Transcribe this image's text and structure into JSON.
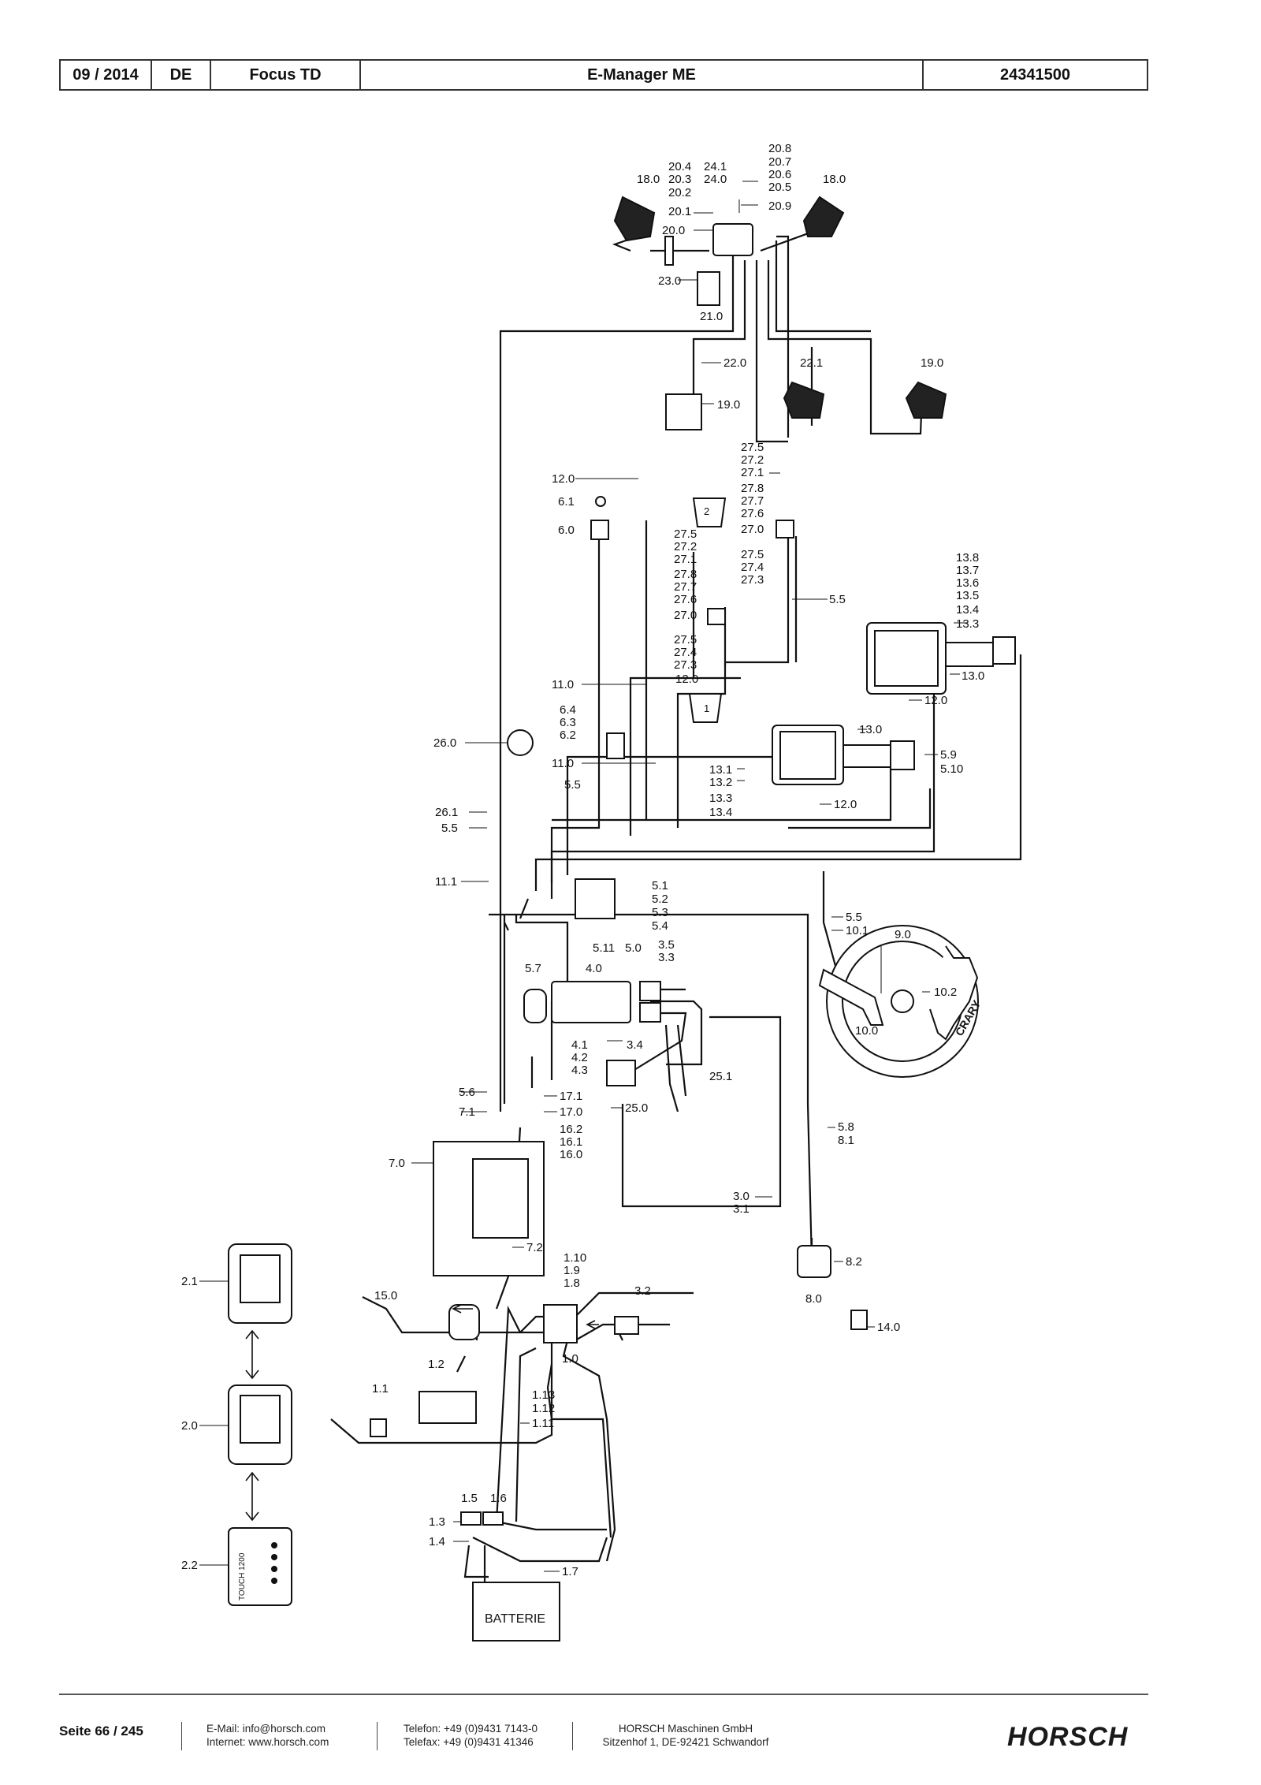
{
  "header": {
    "date": "09 / 2014",
    "lang": "DE",
    "model": "Focus TD",
    "title": "E-Manager ME",
    "doc_number": "24341500"
  },
  "diagram": {
    "battery_label": "BATTERIE",
    "touch_label": "TOUCH 1200",
    "crary_label": "CRARY",
    "sensor_labels": [
      "1",
      "2"
    ],
    "labels": [
      "20.8",
      "20.7",
      "20.6",
      "20.5",
      "20.9",
      "20.4",
      "20.3",
      "20.2",
      "20.1",
      "20.0",
      "24.1",
      "24.0",
      "18.0",
      "18.0",
      "23.0",
      "21.0",
      "22.0",
      "22.1",
      "19.0",
      "19.0",
      "12.0",
      "6.1",
      "6.0",
      "27.5",
      "27.2",
      "27.1",
      "27.8",
      "27.7",
      "27.6",
      "27.0",
      "27.5",
      "27.4",
      "27.3",
      "27.5",
      "27.2",
      "27.1",
      "27.8",
      "27.7",
      "27.6",
      "27.0",
      "27.5",
      "27.4",
      "27.3",
      "5.5",
      "13.8",
      "13.7",
      "13.6",
      "13.5",
      "13.4",
      "13.3",
      "13.0",
      "12.0",
      "11.0",
      "12.0",
      "6.4",
      "6.3",
      "6.2",
      "13.0",
      "26.0",
      "11.0",
      "5.9",
      "5.10",
      "13.1",
      "13.2",
      "13.3",
      "13.4",
      "12.0",
      "5.5",
      "26.1",
      "5.5",
      "11.1",
      "5.1",
      "5.2",
      "5.3",
      "5.4",
      "5.11",
      "5.0",
      "3.5",
      "3.3",
      "5.5",
      "10.1",
      "9.0",
      "10.2",
      "10.0",
      "5.7",
      "4.0",
      "4.1",
      "4.2",
      "4.3",
      "3.4",
      "25.1",
      "5.6",
      "7.1",
      "17.1",
      "17.0",
      "25.0",
      "16.2",
      "16.1",
      "16.0",
      "5.8",
      "8.1",
      "7.0",
      "3.0",
      "3.1",
      "7.2",
      "1.10",
      "1.9",
      "1.8",
      "8.2",
      "8.0",
      "2.1",
      "15.0",
      "3.2",
      "14.0",
      "1.0",
      "1.2",
      "1.1",
      "2.0",
      "1.13",
      "1.12",
      "1.11",
      "1.5",
      "1.6",
      "1.3",
      "1.4",
      "1.7",
      "2.2"
    ]
  },
  "footer": {
    "page": "Seite 66 / 245",
    "email": "E-Mail: info@horsch.com",
    "internet": "Internet: www.horsch.com",
    "phone": "Telefon: +49 (0)9431 7143-0",
    "fax": "Telefax: +49 (0)9431 41346",
    "company": "HORSCH Maschinen GmbH",
    "address": "Sitzenhof 1, DE-92421 Schwandorf",
    "logo": "HORSCH"
  }
}
